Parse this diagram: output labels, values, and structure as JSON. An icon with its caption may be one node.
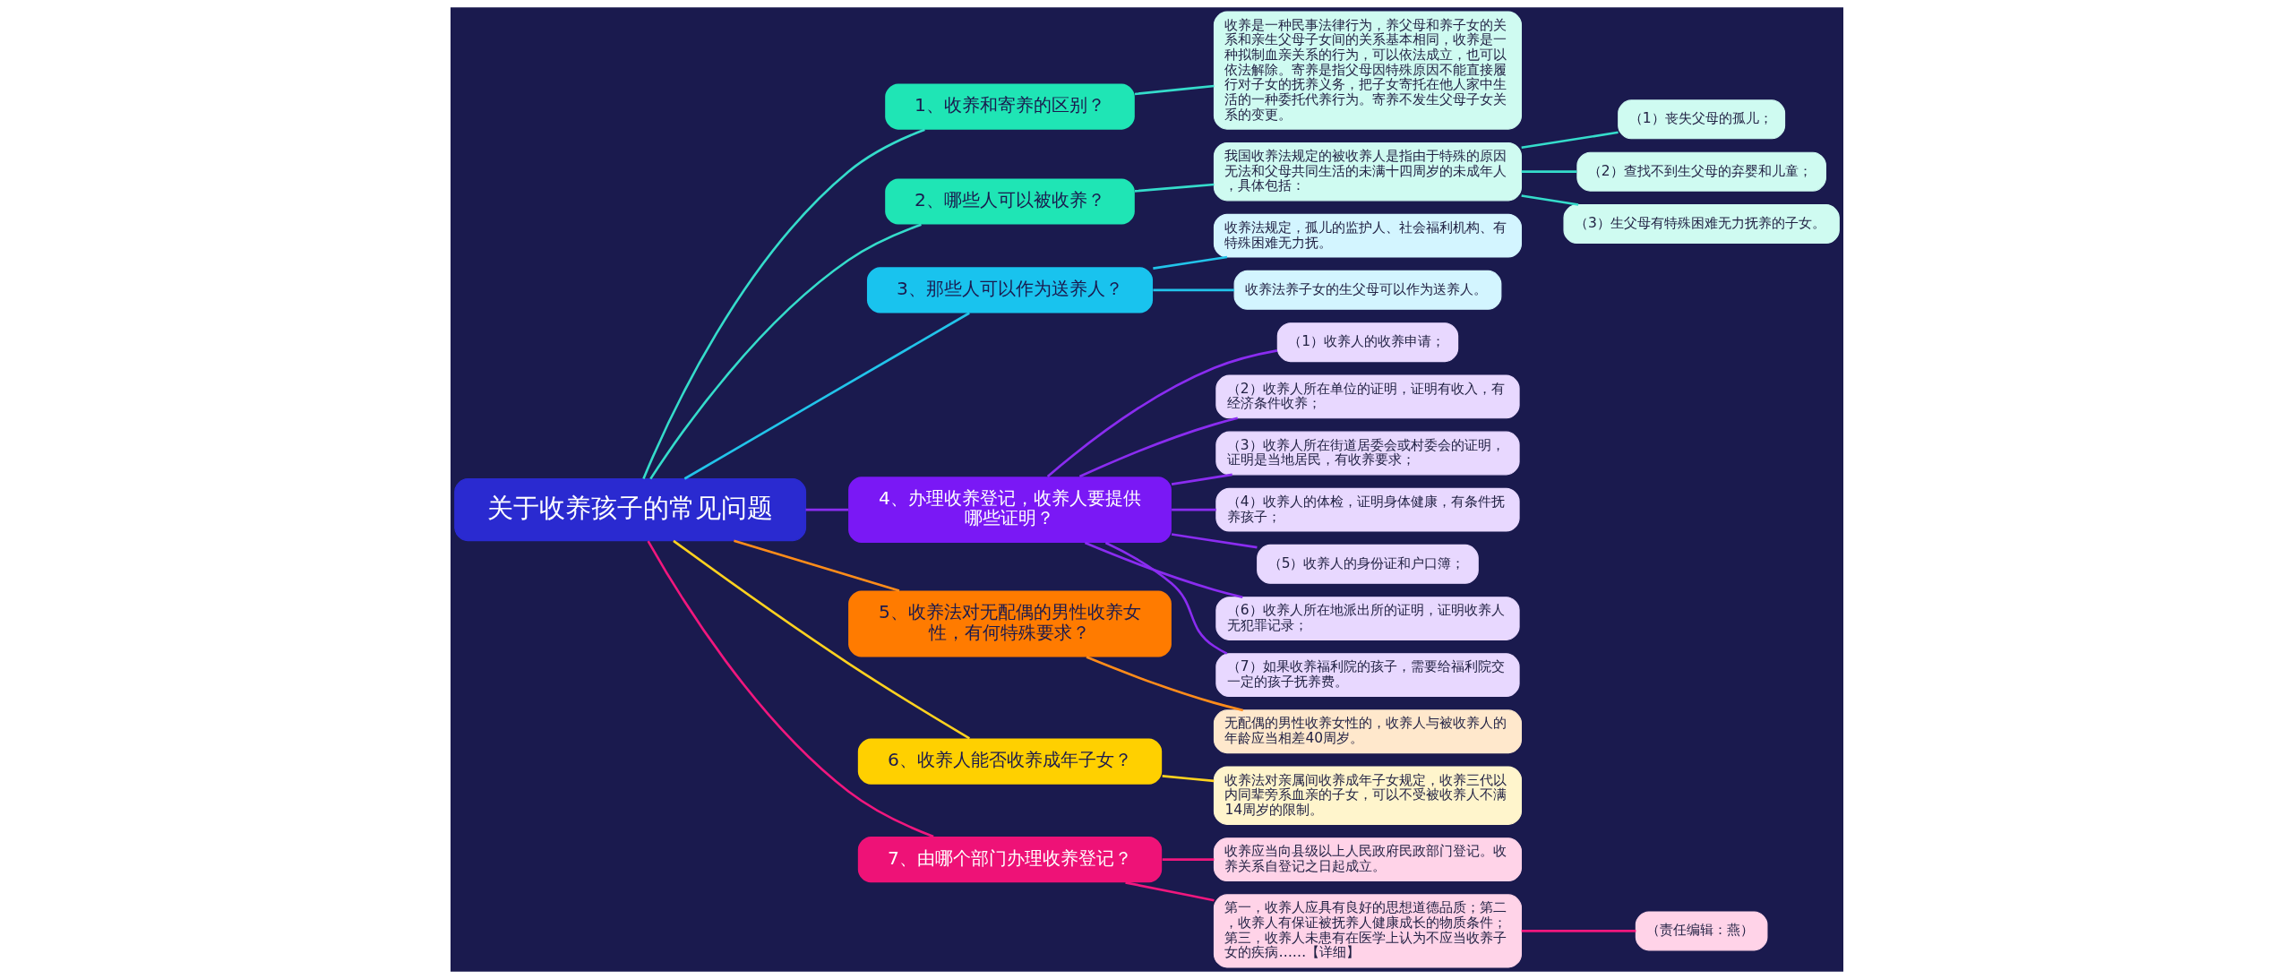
{
  "diagram": {
    "nodes": [
      {
        "text": [
          "关于收养孩子的常见问题"
        ]
      },
      {
        "text": [
          "1、收养和寄养的区别？"
        ]
      },
      {
        "text": [
          "收养是一种民事法律行为，养父母和养子女的关系和亲生父母子女间的关系基本相同，收养是一种拟制血亲关系的行为，可以依法成立，也可以依法解除。寄养是指父母因特殊原因不能直接履行对子女的抚养义务，把子女寄托在他人家中生活的一种委托代养行为。寄养不发生父母子女关系的变更。"
        ]
      },
      {
        "text": [
          "2、哪些人可以被收养？"
        ]
      },
      {
        "text": [
          "我国收养法规定的被收养人是指由于特殊的原因无法和父母共同生活的未满十四周岁的未成年人，具体包括："
        ]
      },
      {
        "text": [
          "（1）丧失父母的孤儿；"
        ]
      },
      {
        "text": [
          "（2）查找不到生父母的弃婴和儿童；"
        ]
      },
      {
        "text": [
          "（3）生父母有特殊困难无力抚养的子女。"
        ]
      },
      {
        "text": [
          "3、那些人可以作为送养人？"
        ]
      },
      {
        "text": [
          "收养法规定，孤儿的监护人、社会福利机构、有特殊困难无力抚。"
        ]
      },
      {
        "text": [
          "收养法养子女的生父母可以作为送养人。"
        ]
      },
      {
        "text": [
          "4、办理收养登记，收养人要提供哪些证明？"
        ]
      },
      {
        "text": [
          "（1）收养人的收养申请；"
        ]
      },
      {
        "text": [
          "（2）收养人所在单位的证明，证明有收入，有经济条件收养；"
        ]
      },
      {
        "text": [
          "（3）收养人所在街道居委会或村委会的证明，证明是当地居民，有收养要求；"
        ]
      },
      {
        "text": [
          "（4）收养人的体检，证明身体健康，有条件抚养孩子；"
        ]
      },
      {
        "text": [
          "（5）收养人的身份证和户口簿；"
        ]
      },
      {
        "text": [
          "（6）收养人所在地派出所的证明，证明收养人无犯罪记录；"
        ]
      },
      {
        "text": [
          "（7）如果收养福利院的孩子，需要给福利院交一定的孩子抚养费。"
        ]
      },
      {
        "text": [
          "5、收养法对无配偶的男性收养女性，有何特殊要求？"
        ]
      },
      {
        "text": [
          "无配偶的男性收养女性的，收养人与被收养人的年龄应当相差40周岁。"
        ]
      },
      {
        "text": [
          "6、收养人能否收养成年子女？"
        ]
      },
      {
        "text": [
          "收养法对亲属间收养成年子女规定，收养三代以内同辈旁系血亲的子女，可以不受被收养人不满14周岁的限制。"
        ]
      },
      {
        "text": [
          "7、由哪个部门办理收养登记？"
        ]
      },
      {
        "text": [
          "收养应当向县级以上人民政府民政部门登记。收养关系自登记之日起成立。"
        ]
      },
      {
        "text": [
          "第一，收养人应具有良好的思想道德品质；第二，收养人有保证被抚养人健康成长的物质条件；第三，收养人未患有在医学上认为不应当收养子女的疾病……【详细】"
        ]
      },
      {
        "text": [
          "（责任编辑：燕）"
        ]
      }
    ],
    "edges": [
      {
        "from": 0,
        "to": 1,
        "arrow": "none",
        "color": "#35dccb"
      },
      {
        "from": 1,
        "to": 2,
        "arrow": "none",
        "color": "#35dccb"
      },
      {
        "from": 0,
        "to": 3,
        "arrow": "none",
        "color": "#35dccb"
      },
      {
        "from": 3,
        "to": 4,
        "arrow": "none",
        "color": "#35dccb"
      },
      {
        "from": 4,
        "to": 5,
        "arrow": "none",
        "color": "#35dccb"
      },
      {
        "from": 4,
        "to": 6,
        "arrow": "none",
        "color": "#35dccb"
      },
      {
        "from": 4,
        "to": 7,
        "arrow": "none",
        "color": "#35dccb"
      },
      {
        "from": 0,
        "to": 8,
        "arrow": "none",
        "color": "#22c4ea"
      },
      {
        "from": 8,
        "to": 9,
        "arrow": "none",
        "color": "#22c4ea"
      },
      {
        "from": 8,
        "to": 10,
        "arrow": "none",
        "color": "#22c4ea"
      },
      {
        "from": 0,
        "to": 11,
        "arrow": "none",
        "color": "#8a2cf0"
      },
      {
        "from": 11,
        "to": 12,
        "arrow": "none",
        "color": "#8a2cf0"
      },
      {
        "from": 11,
        "to": 13,
        "arrow": "none",
        "color": "#8a2cf0"
      },
      {
        "from": 11,
        "to": 14,
        "arrow": "none",
        "color": "#8a2cf0"
      },
      {
        "from": 11,
        "to": 15,
        "arrow": "none",
        "color": "#8a2cf0"
      },
      {
        "from": 11,
        "to": 16,
        "arrow": "none",
        "color": "#8a2cf0"
      },
      {
        "from": 11,
        "to": 17,
        "arrow": "none",
        "color": "#8a2cf0"
      },
      {
        "from": 11,
        "to": 18,
        "arrow": "none",
        "color": "#8a2cf0"
      },
      {
        "from": 0,
        "to": 19,
        "arrow": "none",
        "color": "#ff8c1a"
      },
      {
        "from": 19,
        "to": 20,
        "arrow": "none",
        "color": "#ff8c1a"
      },
      {
        "from": 0,
        "to": 21,
        "arrow": "none",
        "color": "#ffd21f"
      },
      {
        "from": 21,
        "to": 22,
        "arrow": "none",
        "color": "#ffd21f"
      },
      {
        "from": 0,
        "to": 23,
        "arrow": "none",
        "color": "#f0177e"
      },
      {
        "from": 23,
        "to": 24,
        "arrow": "none",
        "color": "#f0177e"
      },
      {
        "from": 23,
        "to": 25,
        "arrow": "none",
        "color": "#f0177e"
      },
      {
        "from": 25,
        "to": 26,
        "arrow": "none",
        "color": "#f0177e"
      }
    ]
  }
}
